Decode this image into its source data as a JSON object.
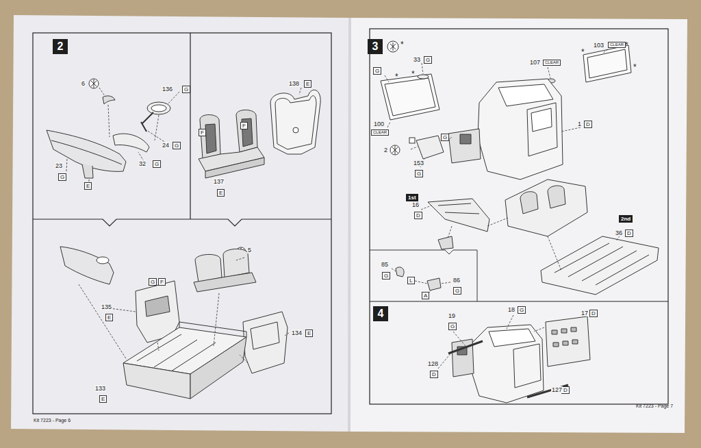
{
  "diagram": {
    "nodes": [
      {
        "text": [
          "2"
        ]
      },
      {
        "text": [
          "G"
        ]
      },
      {
        "text": [
          "G"
        ]
      },
      {
        "text": [
          "G"
        ]
      },
      {
        "text": [
          "G"
        ]
      },
      {
        "text": [
          "E"
        ]
      },
      {
        "text": [
          "E"
        ]
      },
      {
        "text": [
          "F"
        ]
      },
      {
        "text": [
          "F"
        ]
      },
      {
        "text": [
          "E"
        ]
      },
      {
        "text": [
          "G"
        ]
      },
      {
        "text": [
          "F"
        ]
      },
      {
        "text": [
          "E"
        ]
      },
      {
        "text": [
          "E"
        ]
      },
      {
        "text": [
          "E"
        ]
      },
      {
        "text": [
          "3"
        ]
      },
      {
        "text": [
          "G"
        ]
      },
      {
        "text": [
          "G"
        ]
      },
      {
        "text": [
          "CLEAR"
        ]
      },
      {
        "text": [
          "CLEAR"
        ]
      },
      {
        "text": [
          "CLEAR"
        ]
      },
      {
        "text": [
          "G"
        ]
      },
      {
        "text": [
          "D"
        ]
      },
      {
        "text": [
          "G"
        ]
      },
      {
        "text": [
          "1st"
        ]
      },
      {
        "text": [
          "D"
        ]
      },
      {
        "text": [
          "2nd"
        ]
      },
      {
        "text": [
          "D"
        ]
      },
      {
        "text": [
          "G"
        ]
      },
      {
        "text": [
          "L"
        ]
      },
      {
        "text": [
          "G"
        ]
      },
      {
        "text": [
          "A"
        ]
      },
      {
        "text": [
          "4"
        ]
      },
      {
        "text": [
          "G"
        ]
      },
      {
        "text": [
          "G"
        ]
      },
      {
        "text": [
          "D"
        ]
      },
      {
        "text": [
          "D"
        ]
      },
      {
        "text": [
          "D"
        ]
      }
    ],
    "labels": [
      "6",
      "136",
      "24",
      "23",
      "32",
      "138",
      "137",
      "5",
      "135",
      "134",
      "133",
      "Kit 7223 - Page 6",
      "*",
      "33",
      "*",
      "*",
      "107",
      "103",
      "*",
      "*",
      "*",
      "100",
      "1",
      "2",
      "153",
      "16",
      "36",
      "85",
      "86",
      "18",
      "19",
      "17",
      "128",
      "127",
      "Kit 7223 - Page 7"
    ]
  }
}
